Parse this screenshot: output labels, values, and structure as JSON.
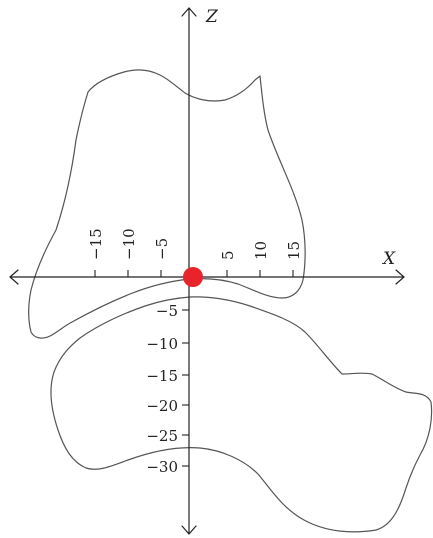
{
  "axes": {
    "x_label": "X",
    "z_label": "Z"
  },
  "x_ticks": [
    "−15",
    "−10",
    "−5",
    "5",
    "10",
    "15"
  ],
  "z_ticks": [
    "−5",
    "−10",
    "−15",
    "−20",
    "−25",
    "−30"
  ],
  "colors": {
    "origin_marker": "#e8232a",
    "outline": "#555555",
    "axes": "#222222"
  }
}
